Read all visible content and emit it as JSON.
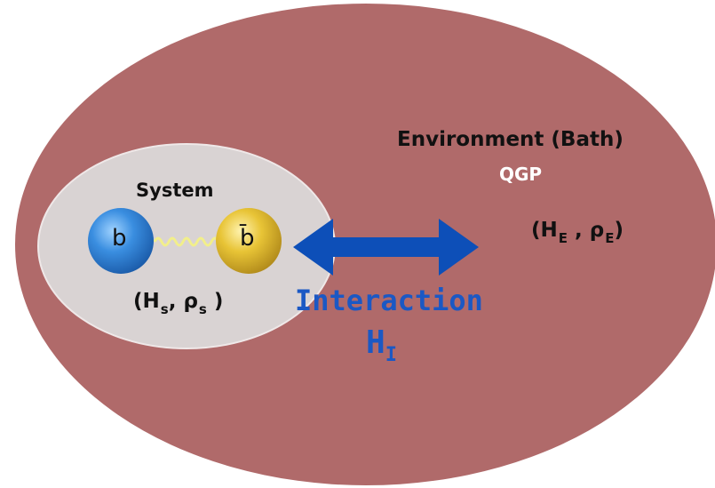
{
  "colors": {
    "environment_fill": "#b06a6a",
    "system_fill": "#d9d3d3",
    "quark_blue": "#3a8ee0",
    "antiquark_gold": "#e8c436",
    "arrow_blue": "#0d4fb8",
    "interaction_text": "#1b58c4",
    "spring": "#f2ef8a"
  },
  "environment": {
    "title": "Environment (Bath)",
    "subtitle": "QGP",
    "hamiltonian": "H",
    "hamiltonian_sub": "E",
    "density": "ρ",
    "density_sub": "E"
  },
  "system": {
    "title": "System",
    "quark": "b",
    "antiquark": "b̄",
    "hamiltonian": "H",
    "hamiltonian_sub": "s",
    "density": "ρ",
    "density_sub": "s"
  },
  "interaction": {
    "label": "Interaction",
    "hamiltonian": "H",
    "hamiltonian_sub": "I"
  },
  "icons": [
    "double-arrow-icon",
    "spring-bond-icon"
  ]
}
